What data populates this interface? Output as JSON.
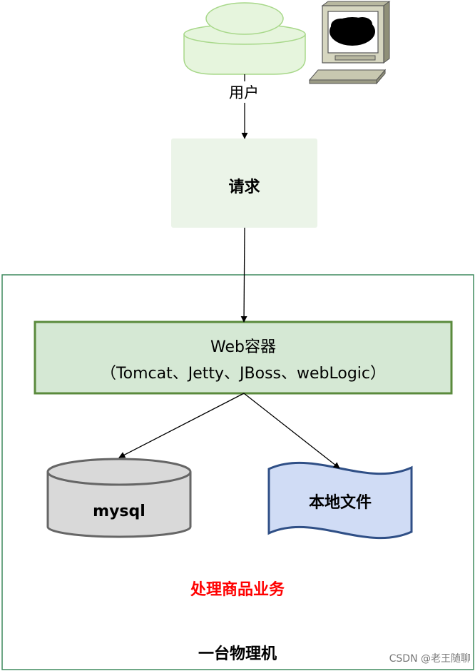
{
  "user": {
    "label": "用户"
  },
  "request": {
    "label": "请求"
  },
  "web_container": {
    "title": "Web容器",
    "subtitle": "（Tomcat、Jetty、JBoss、webLogic）"
  },
  "database": {
    "label": "mysql"
  },
  "local_file": {
    "label": "本地文件"
  },
  "business": {
    "label": "处理商品业务",
    "color": "#ff0000"
  },
  "machine": {
    "label": "一台物理机"
  },
  "watermark": {
    "text": "CSDN @老王随聊"
  },
  "colors": {
    "green_fill": "#d5e8d4",
    "green_stroke": "#5a8a3c",
    "cloud_fill": "#e6f5dd",
    "cloud_stroke": "#a8d88a",
    "request_fill": "#ebf4e8",
    "db_fill": "#d9d9d9",
    "db_stroke": "#666666",
    "file_fill": "#d0dcf5",
    "file_stroke": "#2f4f86",
    "machine_stroke": "#3f8a5e"
  }
}
